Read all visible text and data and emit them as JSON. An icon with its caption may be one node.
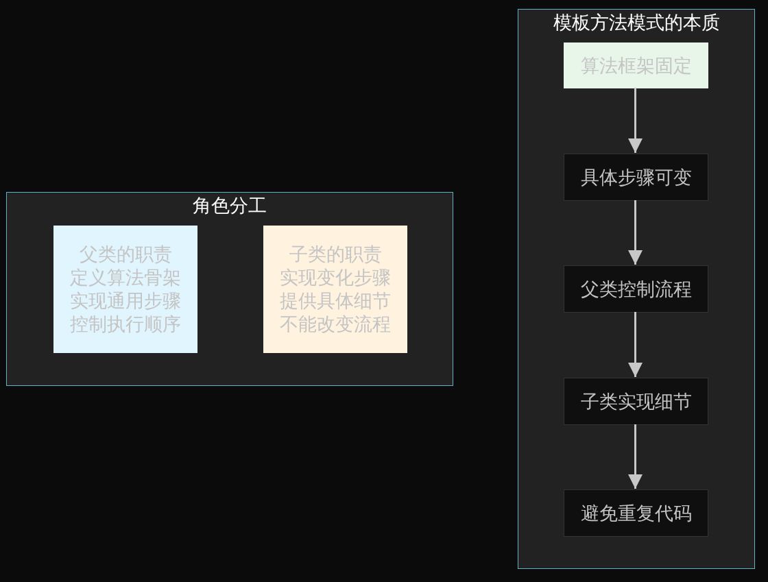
{
  "diagram": {
    "nodes": [
      {
        "text": [
          "角色分工"
        ]
      },
      {
        "text": [
          "父类的职责",
          "定义算法骨架",
          "实现通用步骤",
          "控制执行顺序"
        ],
        "in": 0
      },
      {
        "text": [
          "子类的职责",
          "实现变化步骤",
          "提供具体细节",
          "不能改变流程"
        ],
        "in": 0
      },
      {
        "text": [
          "模板方法模式的本质"
        ]
      },
      {
        "text": [
          "算法框架固定"
        ],
        "in": 3
      },
      {
        "text": [
          "具体步骤可变"
        ],
        "in": 3
      },
      {
        "text": [
          "父类控制流程"
        ],
        "in": 3
      },
      {
        "text": [
          "子类实现细节"
        ],
        "in": 3
      },
      {
        "text": [
          "避免重复代码"
        ],
        "in": 3
      }
    ],
    "edges": [
      {
        "from": 4,
        "to": 5,
        "arrow": "to"
      },
      {
        "from": 5,
        "to": 6,
        "arrow": "to"
      },
      {
        "from": 6,
        "to": 7,
        "arrow": "to"
      },
      {
        "from": 7,
        "to": 8,
        "arrow": "to"
      }
    ]
  }
}
